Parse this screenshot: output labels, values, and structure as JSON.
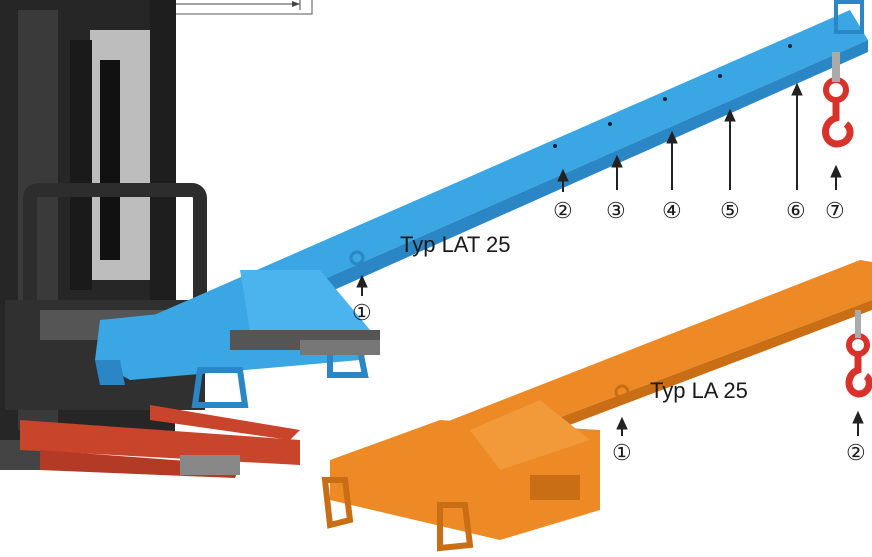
{
  "labels": {
    "lat25": "Typ LAT 25",
    "la25": "Typ LA 25"
  },
  "lat_positions": [
    "①",
    "②",
    "③",
    "④",
    "⑤",
    "⑥",
    "⑦"
  ],
  "la_positions": [
    "①",
    "②"
  ],
  "colors": {
    "lat_boom": "#3aa6e4",
    "lat_boom_dark": "#2a86c4",
    "la_boom": "#ee8a26",
    "la_boom_dark": "#c96e14",
    "hook": "#d8322a",
    "forklift": "#2a2a2a",
    "fork_red": "#c8452c"
  }
}
